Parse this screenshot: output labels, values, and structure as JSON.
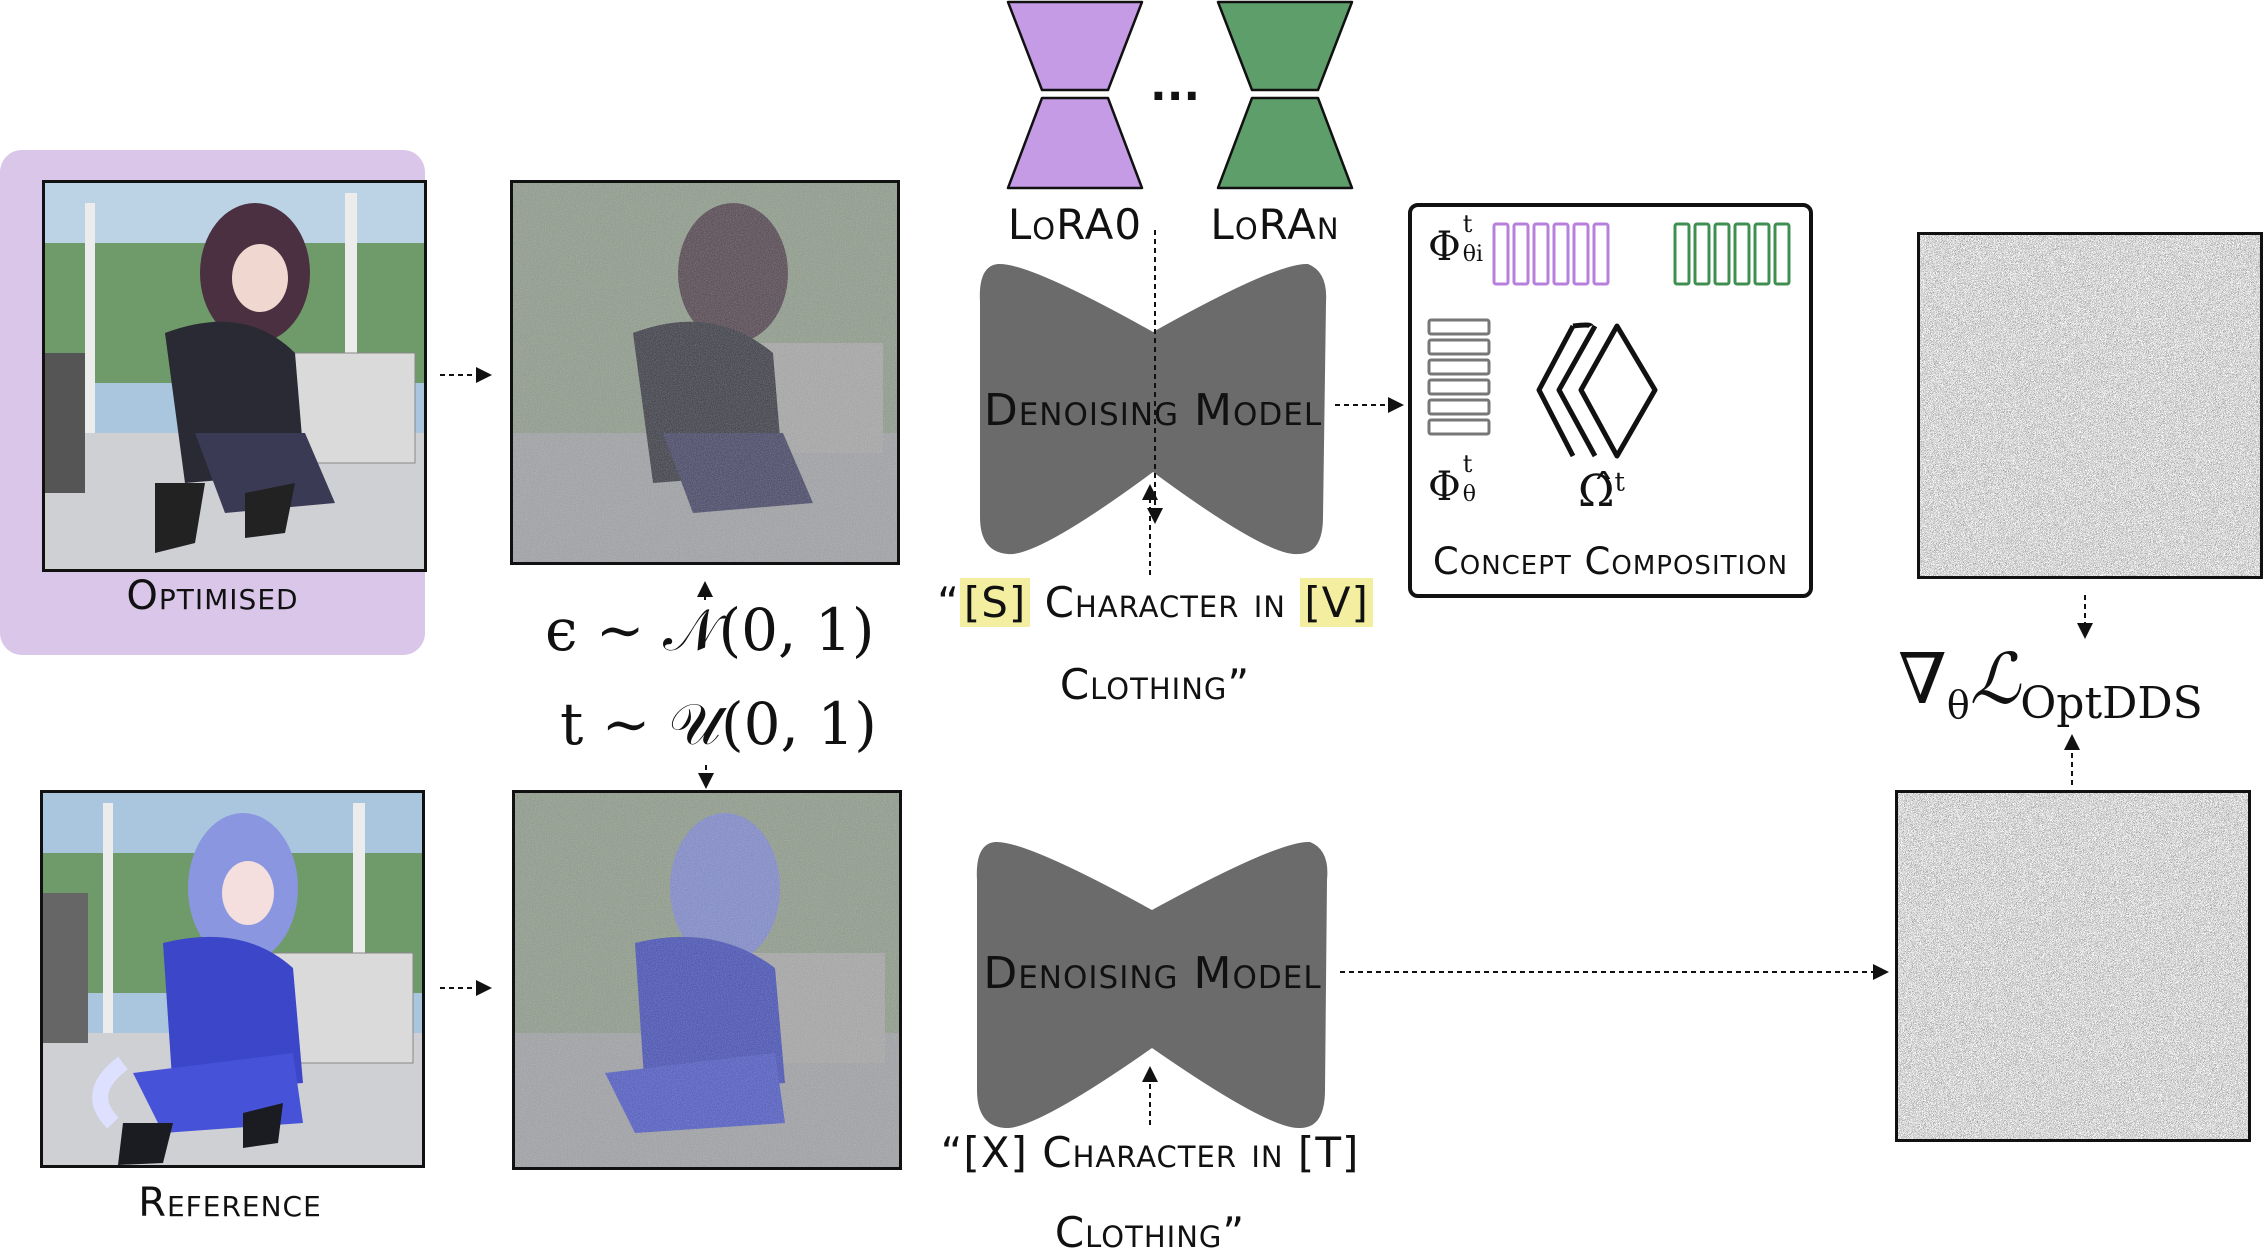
{
  "colors": {
    "optimised_bg": "#d9c6e8",
    "lora0": "#c69be6",
    "loran": "#5e9e6b",
    "model": "#6b6b6b",
    "highlight": "#f3eea0",
    "noise_dark": "#1e1e1e"
  },
  "top_row": {
    "optimised_label": "Optimised",
    "noise_eq": "ϵ ∼ 𝒩(0, 1)",
    "time_eq": "t ∼ 𝒰(0, 1)"
  },
  "loras": {
    "lora0_label": "LoRA0",
    "ellipsis": "...",
    "loran_label": "LoRAn"
  },
  "denoise_top": {
    "label": "Denoising Model",
    "prompt_open": "“",
    "prompt_s": "[S]",
    "prompt_mid": " Character in ",
    "prompt_v": "[V]",
    "prompt_line2": "Clothing”"
  },
  "concept_box": {
    "phi_ti": "Φ",
    "phi_ti_sup": "t",
    "phi_ti_sub": "θi",
    "phi_t": "Φ",
    "phi_t_sup": "t",
    "phi_t_sub": "θ",
    "omega": "Ω̂",
    "omega_sup": "t",
    "title": "Concept Composition"
  },
  "bottom_row": {
    "reference_label": "Reference"
  },
  "denoise_bottom": {
    "label": "Denoising Model",
    "prompt_line1": "“[X] Character in [T]",
    "prompt_line2": "Clothing”"
  },
  "loss": {
    "nabla": "∇",
    "sub_theta": "θ",
    "L": "ℒ",
    "sub_name": "OptDDS"
  }
}
